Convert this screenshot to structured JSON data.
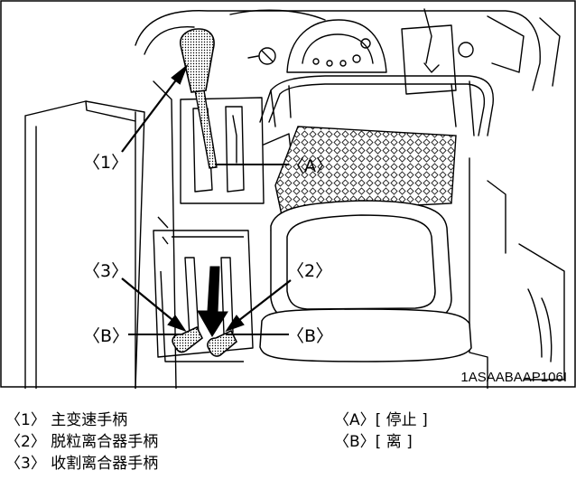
{
  "callouts": {
    "c1": "〈1〉",
    "c2": "〈2〉",
    "c3": "〈3〉",
    "ca": "〈A〉",
    "cb_left": "〈B〉",
    "cb_right": "〈B〉"
  },
  "figure_code": "1ASAABAAP106I",
  "legend": {
    "left": [
      "〈1〉 主变速手柄",
      "〈2〉 脱粒离合器手柄",
      "〈3〉 收割离合器手柄"
    ],
    "right": [
      "〈A〉[ 停止 ]",
      "〈B〉[ 离 ]"
    ]
  }
}
